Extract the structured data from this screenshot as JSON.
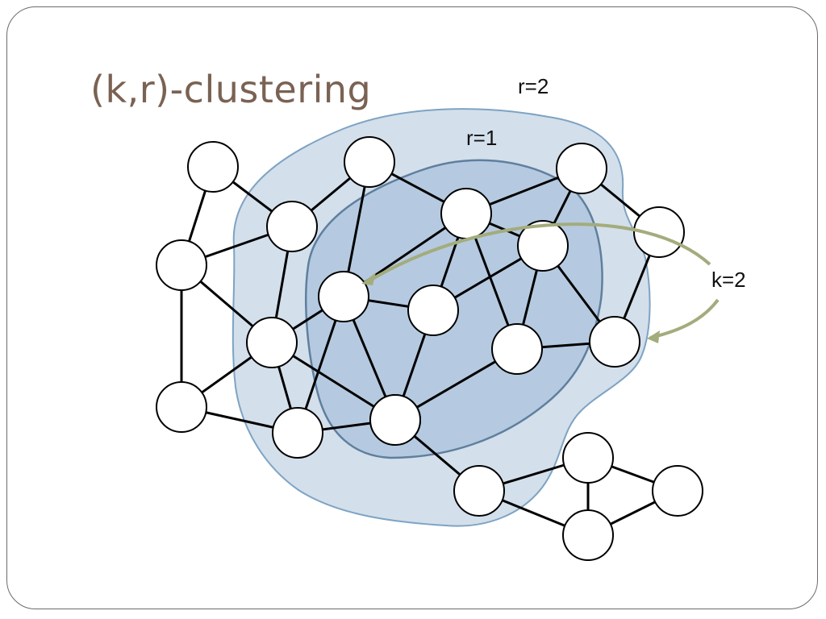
{
  "slide": {
    "title": "(k,r)-clustering"
  },
  "labels": {
    "r2": "r=2",
    "r1": "r=1",
    "k": "k=2"
  },
  "colors": {
    "title": "#7a6253",
    "region_outer_fill": "#d3dfeb",
    "region_outer_stroke": "#7ea3c3",
    "region_inner_fill": "#b5cae0",
    "region_inner_stroke": "#5f7f9e",
    "arrow": "#a3ac7c",
    "node_fill": "#ffffff",
    "edge": "#000000"
  },
  "graph": {
    "nodes": [
      "A",
      "B",
      "C",
      "D",
      "E",
      "F",
      "G",
      "H",
      "I",
      "J",
      "K",
      "L",
      "M",
      "N",
      "O",
      "P",
      "Q",
      "R",
      "S",
      "T",
      "U"
    ],
    "edges": [
      [
        "A",
        "B"
      ],
      [
        "A",
        "C"
      ],
      [
        "B",
        "C"
      ],
      [
        "B",
        "E"
      ],
      [
        "B",
        "F"
      ],
      [
        "C",
        "D"
      ],
      [
        "C",
        "E"
      ],
      [
        "C",
        "H"
      ],
      [
        "D",
        "F"
      ],
      [
        "D",
        "G"
      ],
      [
        "E",
        "F"
      ],
      [
        "E",
        "M"
      ],
      [
        "F",
        "G"
      ],
      [
        "F",
        "H"
      ],
      [
        "F",
        "J"
      ],
      [
        "G",
        "J"
      ],
      [
        "I",
        "H"
      ],
      [
        "I",
        "L"
      ],
      [
        "I",
        "J"
      ],
      [
        "H",
        "M"
      ],
      [
        "H",
        "J"
      ],
      [
        "I",
        "K"
      ],
      [
        "K",
        "L"
      ],
      [
        "K",
        "N"
      ],
      [
        "K",
        "R"
      ],
      [
        "K",
        "M"
      ],
      [
        "L",
        "P"
      ],
      [
        "L",
        "N"
      ],
      [
        "L",
        "O"
      ],
      [
        "N",
        "M"
      ],
      [
        "N",
        "O"
      ],
      [
        "O",
        "P"
      ],
      [
        "J",
        "M"
      ],
      [
        "J",
        "Q"
      ],
      [
        "M",
        "Q"
      ],
      [
        "Q",
        "S"
      ],
      [
        "S",
        "T"
      ],
      [
        "S",
        "U"
      ],
      [
        "T",
        "U"
      ],
      [
        "T",
        "R"
      ],
      [
        "R",
        "U"
      ]
    ]
  }
}
